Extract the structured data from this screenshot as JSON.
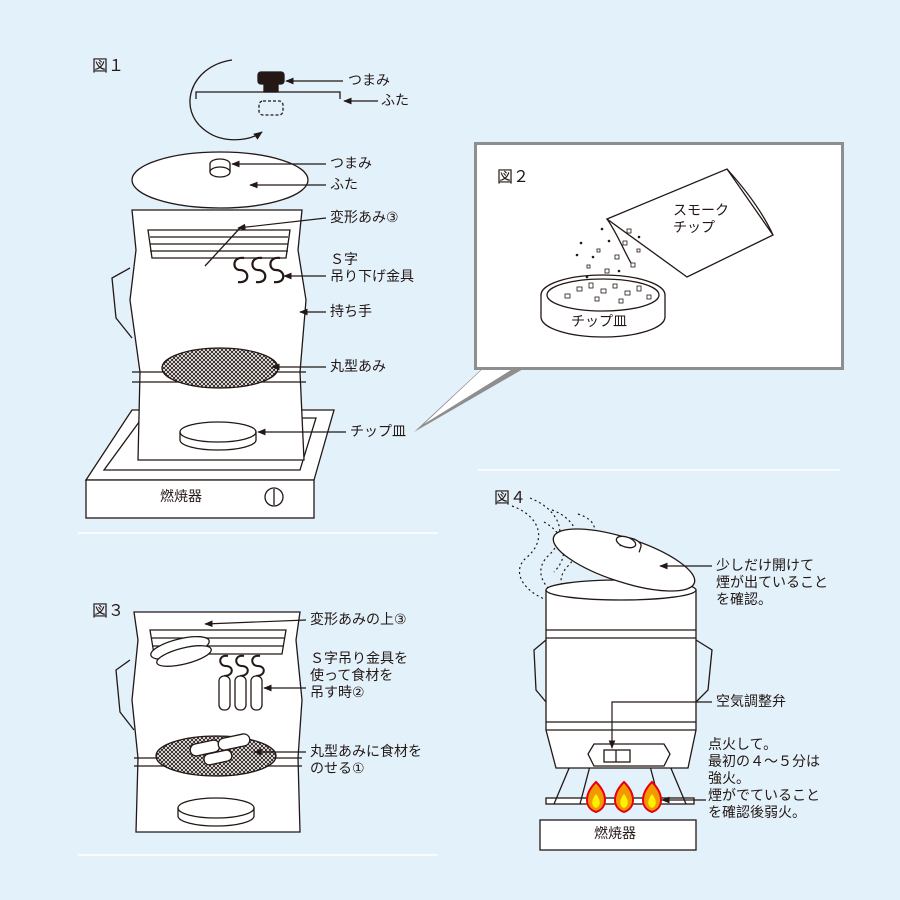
{
  "figures": {
    "fig1": "図１",
    "fig2": "図２",
    "fig3": "図３",
    "fig4": "図４"
  },
  "fig1": {
    "inset_knob": "つまみ",
    "inset_lid": "ふた",
    "knob": "つまみ",
    "lid": "ふた",
    "deformed_net": "変形あみ③",
    "s_hook": "Ｓ字\n吊り下げ金具",
    "handle": "持ち手",
    "round_net": "丸型あみ",
    "chip_dish": "チップ皿",
    "burner": "燃焼器"
  },
  "fig2": {
    "bag": "スモーク\nチップ",
    "dish": "チップ皿"
  },
  "fig3": {
    "upper": "変形あみの上③",
    "hook": "Ｓ字吊り金具を\n使って食材を\n吊す時②",
    "round": "丸型あみに食材を\nのせる①"
  },
  "fig4": {
    "lid_open": "少しだけ開けて\n煙が出ていること\nを確認。",
    "damper": "空気調整弁",
    "ignite": "点火して。\n最初の４～５分は\n強火。\n煙がでていること\nを確認後弱火。",
    "burner": "燃焼器"
  }
}
